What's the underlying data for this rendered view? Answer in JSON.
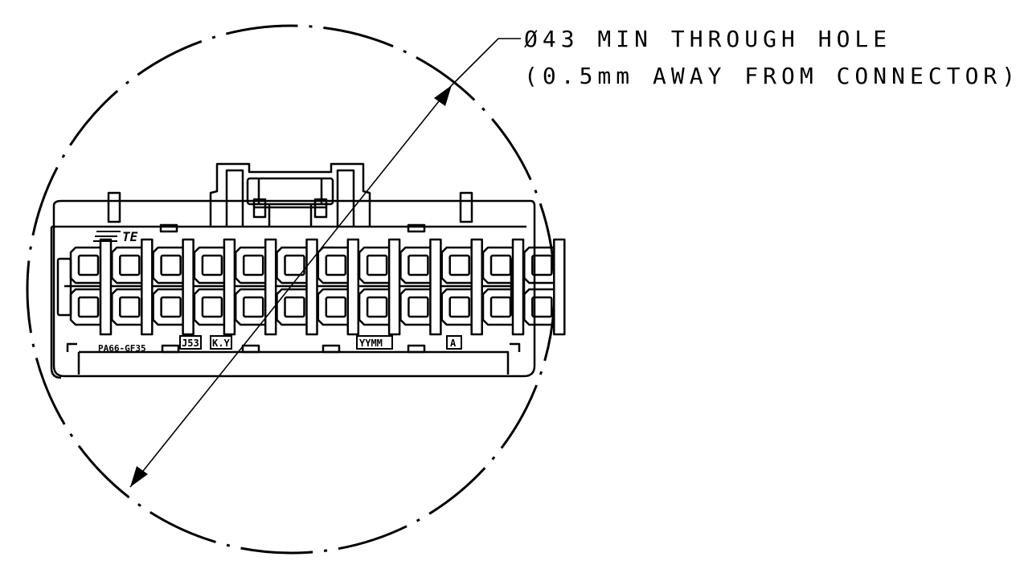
{
  "dimension": {
    "line1": "Ø43 MIN THROUGH HOLE",
    "line2": "(0.5mm AWAY FROM CONNECTOR)"
  },
  "connector": {
    "brand": "TE",
    "material": "PA66-GF35",
    "mark_code": "J53",
    "mark_key": "K.Y",
    "mark_date": "YYMM",
    "mark_rev": "A",
    "cavity_columns": 12,
    "cavity_rows": 2
  },
  "colors": {
    "line": "#000000",
    "background": "#ffffff"
  }
}
